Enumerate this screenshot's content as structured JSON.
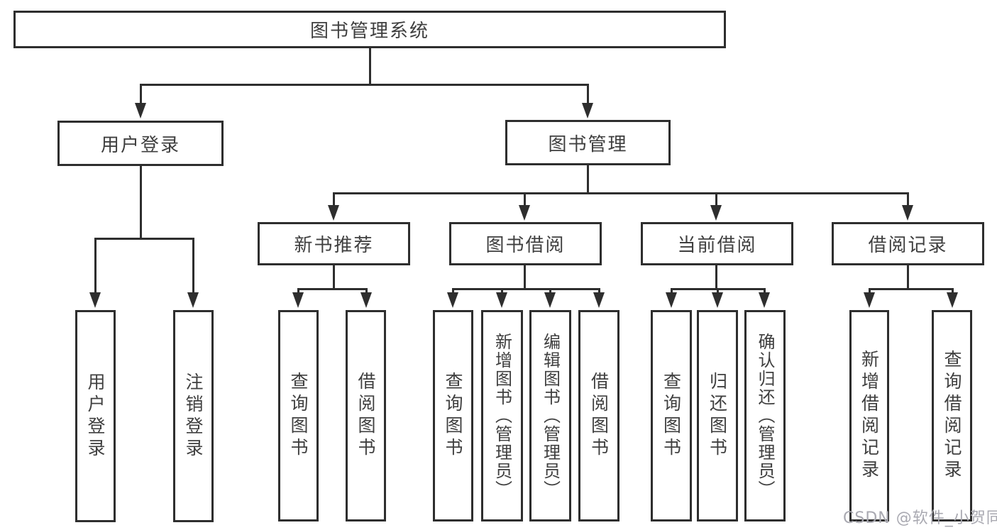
{
  "diagram": {
    "type": "hierarchy-tree",
    "orientation": "top-down",
    "colors": {
      "background": "#ffffff",
      "line": "#2e2e2e",
      "box_border": "#2e2e2e",
      "box_fill": "#ffffff",
      "text": "#3f3f3f",
      "watermark": "#a9a9b1"
    },
    "nodes": {
      "root": {
        "label": "图书管理系统"
      },
      "user_login": {
        "label": "用户登录"
      },
      "book_management": {
        "label": "图书管理"
      },
      "user_login_leaf": {
        "label": "用户登录"
      },
      "logout_leaf": {
        "label": "注销登录"
      },
      "new_book_recommend": {
        "label": "新书推荐"
      },
      "book_borrow": {
        "label": "图书借阅"
      },
      "current_borrow": {
        "label": "当前借阅"
      },
      "borrow_records": {
        "label": "借阅记录"
      },
      "nbr_query_books": {
        "label": "查询图书"
      },
      "nbr_borrow_books": {
        "label": "借阅图书"
      },
      "bb_query_books": {
        "label": "查询图书"
      },
      "bb_add_books": {
        "label": "新增图书（管理员）"
      },
      "bb_edit_books": {
        "label": "编辑图书（管理员）"
      },
      "bb_borrow_books": {
        "label": "借阅图书"
      },
      "cb_query_books": {
        "label": "查询图书"
      },
      "cb_return_books": {
        "label": "归还图书"
      },
      "cb_confirm_return": {
        "label": "确认归还（管理员）"
      },
      "br_add_record": {
        "label": "新增借阅记录"
      },
      "br_query_record": {
        "label": "查询借阅记录"
      }
    },
    "edges": [
      "root->user_login",
      "root->book_management",
      "user_login->user_login_leaf",
      "user_login->logout_leaf",
      "book_management->new_book_recommend",
      "book_management->book_borrow",
      "book_management->current_borrow",
      "book_management->borrow_records",
      "new_book_recommend->nbr_query_books",
      "new_book_recommend->nbr_borrow_books",
      "book_borrow->bb_query_books",
      "book_borrow->bb_add_books",
      "book_borrow->bb_edit_books",
      "book_borrow->bb_borrow_books",
      "current_borrow->cb_query_books",
      "current_borrow->cb_return_books",
      "current_borrow->cb_confirm_return",
      "borrow_records->br_add_record",
      "borrow_records->br_query_record"
    ],
    "watermark": {
      "text": "CSDN @软件_小贺同学"
    }
  }
}
